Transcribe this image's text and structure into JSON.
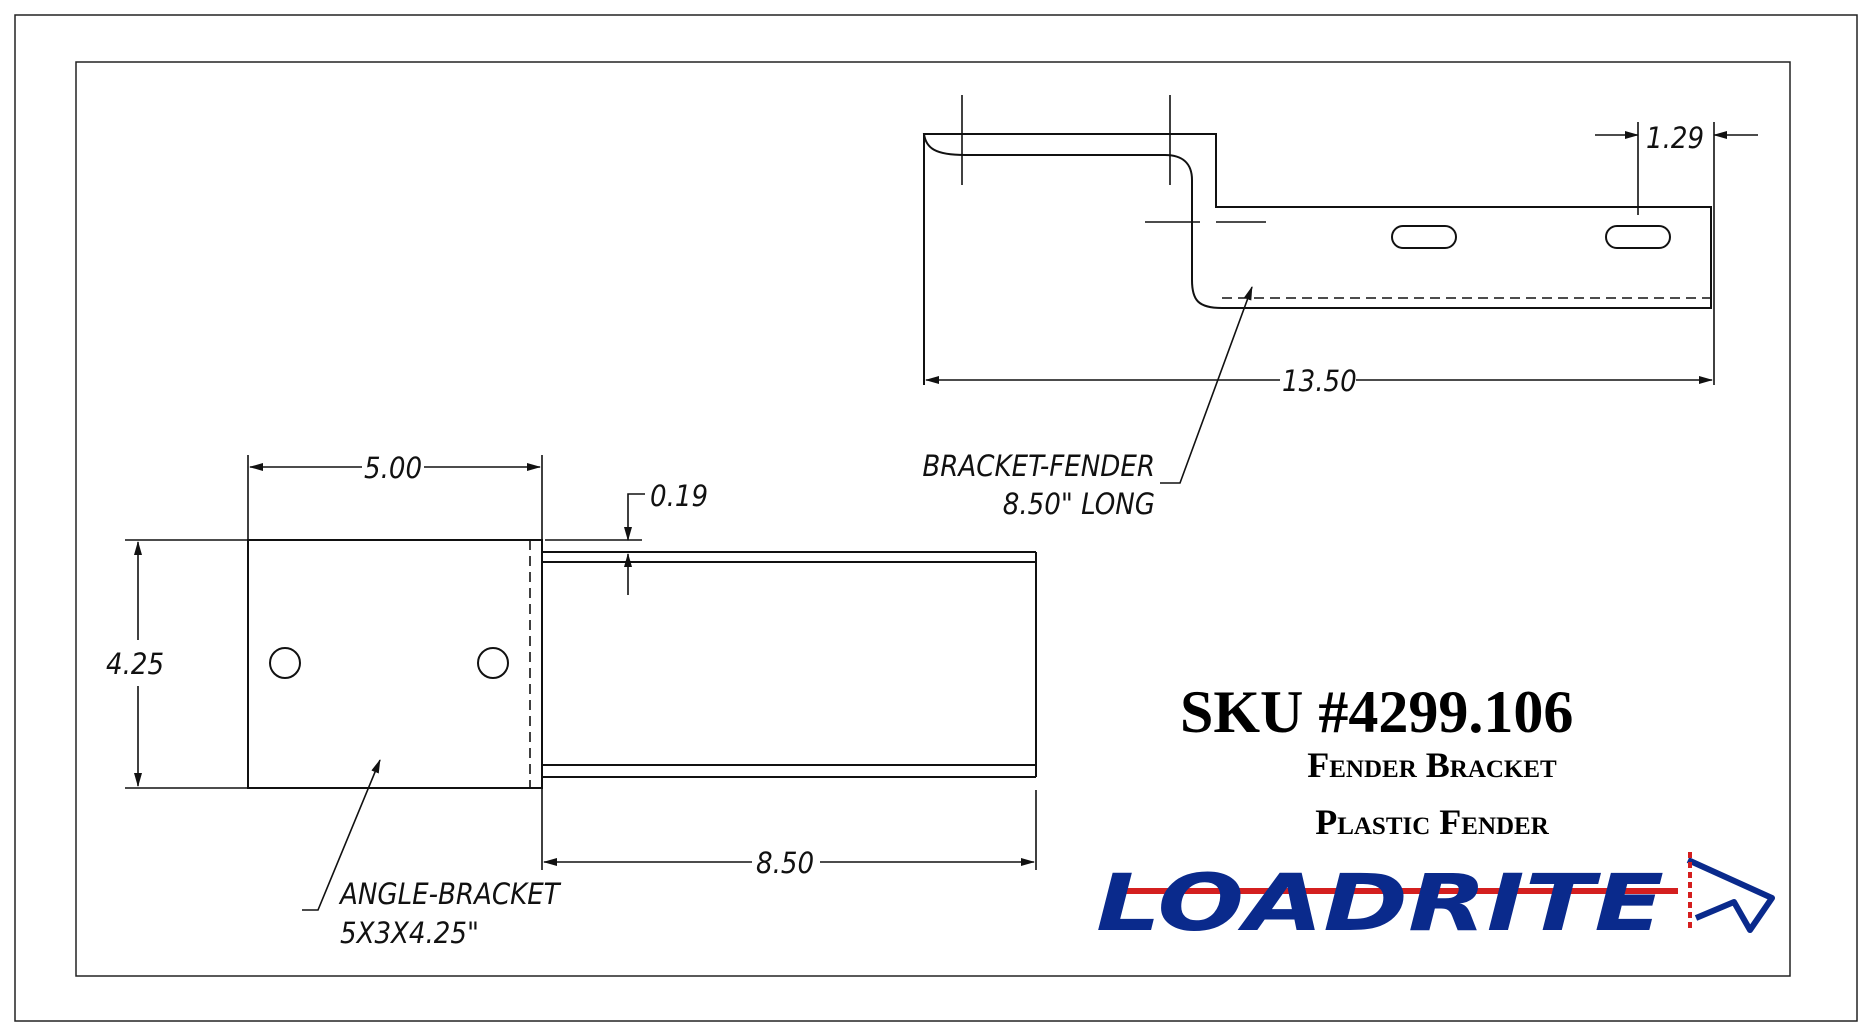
{
  "drawing": {
    "bracket_fender_label": "BRACKET-FENDER",
    "bracket_fender_length": "8.50\"  LONG",
    "angle_bracket_label": "ANGLE-BRACKET",
    "angle_bracket_size": "5X3X4.25\"",
    "dims": {
      "hole_offset": "1.29",
      "overall_length": "13.50",
      "angle_width": "5.00",
      "thickness": "0.19",
      "height": "4.25",
      "fender_length": "8.50"
    }
  },
  "title_block": {
    "sku": "SKU #4299.106",
    "line1": "Fender Bracket",
    "line2": "Plastic Fender"
  },
  "logo": {
    "text": "LOADRITE",
    "text_color": "#0a2a8c",
    "accent_color": "#d41f1f"
  }
}
